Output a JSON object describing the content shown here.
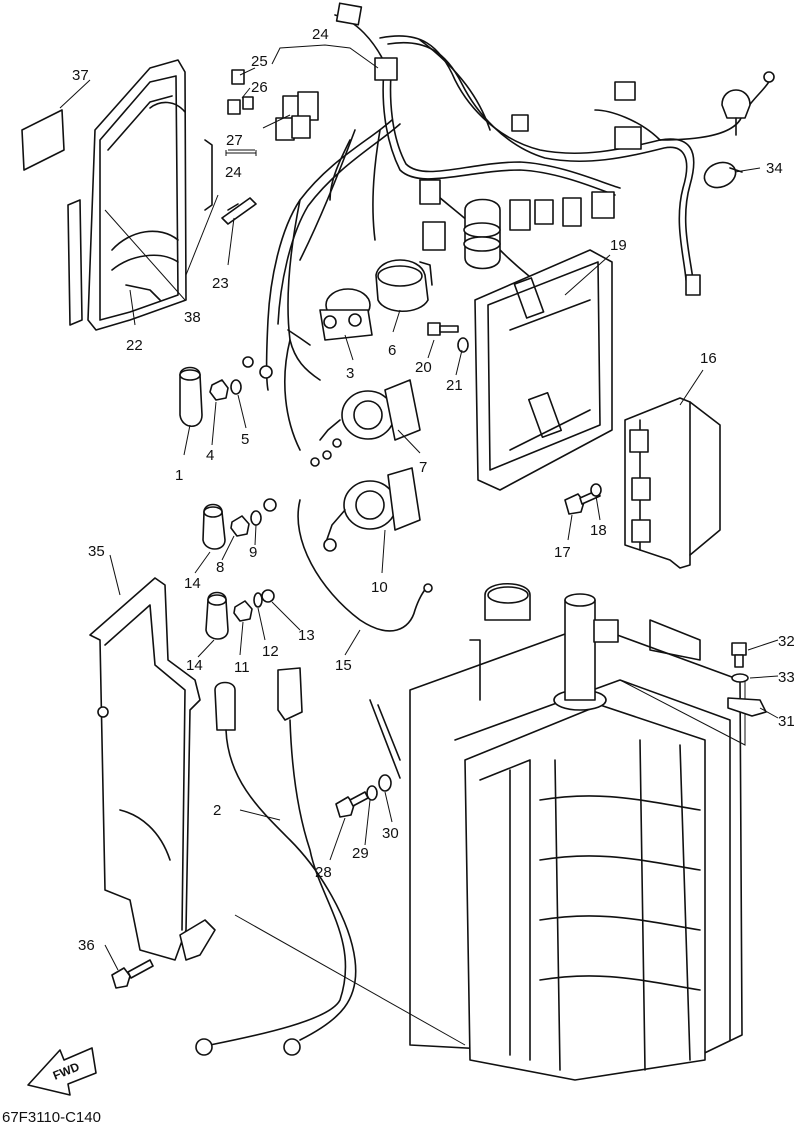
{
  "diagram": {
    "drawing_code": "67F3110-C140",
    "direction_label": "FWD",
    "callouts": [
      "1",
      "2",
      "3",
      "4",
      "5",
      "6",
      "7",
      "8",
      "9",
      "10",
      "11",
      "12",
      "13",
      "14",
      "14",
      "15",
      "16",
      "17",
      "18",
      "19",
      "20",
      "21",
      "22",
      "23",
      "24",
      "24",
      "25",
      "26",
      "27",
      "28",
      "29",
      "30",
      "31",
      "32",
      "33",
      "34",
      "35",
      "36",
      "37",
      "38"
    ]
  }
}
